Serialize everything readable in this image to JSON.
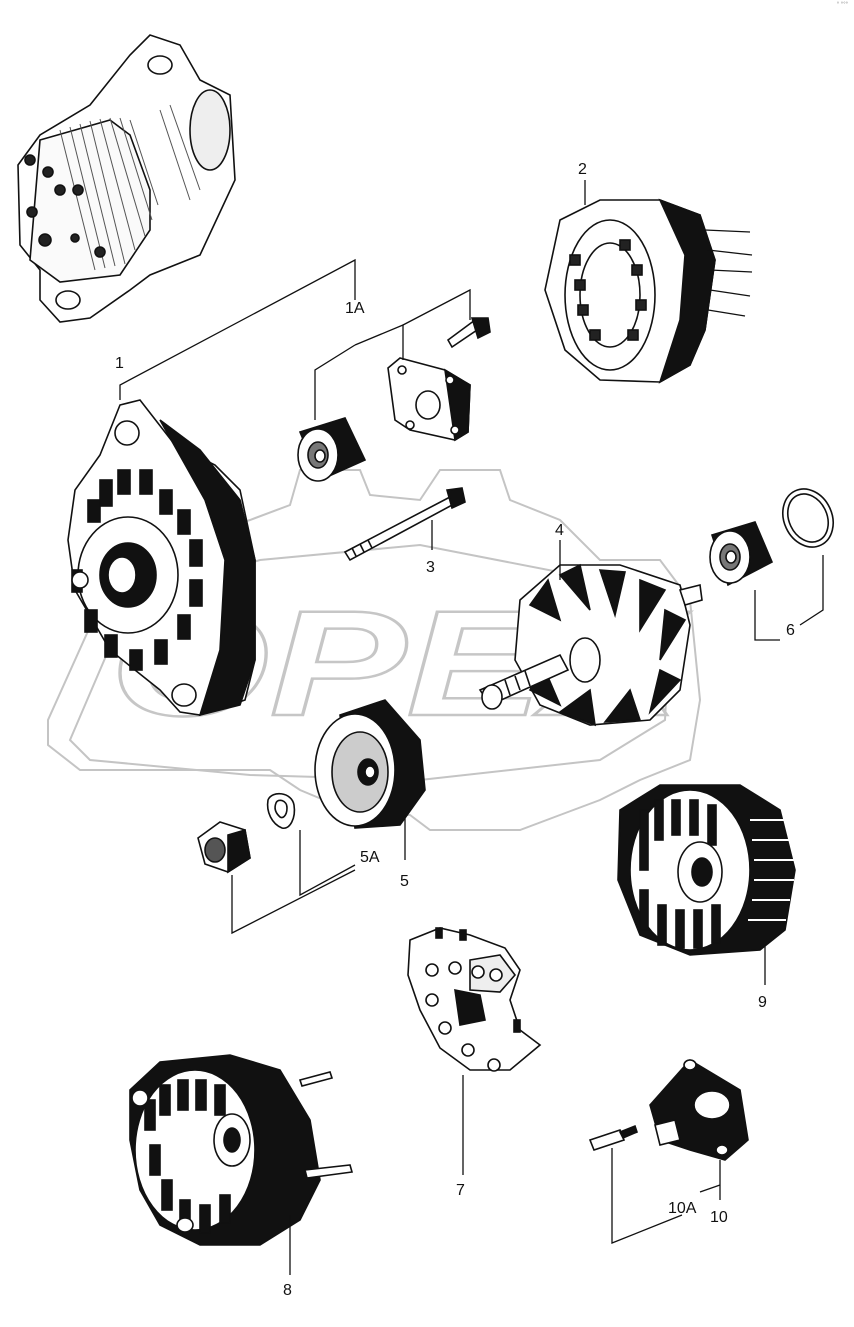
{
  "watermark": {
    "text": "OPEX",
    "color": "#bdbdbd"
  },
  "corner_mark": "° °°°",
  "callouts": {
    "c1": "1",
    "c1A": "1A",
    "c2": "2",
    "c3": "3",
    "c4": "4",
    "c5": "5",
    "c5A": "5A",
    "c6": "6",
    "c7": "7",
    "c8": "8",
    "c9": "9",
    "c10": "10",
    "c10A": "10A"
  },
  "colors": {
    "line": "#111111",
    "paper": "#ffffff",
    "shade": "#9a9a9a"
  }
}
